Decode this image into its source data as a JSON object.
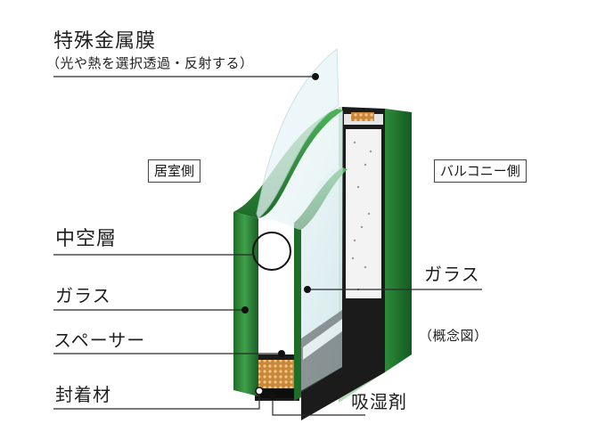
{
  "labels": {
    "special_metal_film": "特殊金属膜",
    "special_metal_film_note": "（光や熱を選択透過・反射する）",
    "indoor_side": "居室側",
    "balcony_side": "バルコニー側",
    "hollow_layer": "中空層",
    "glass_left": "ガラス",
    "glass_right": "ガラス",
    "spacer": "スペーサー",
    "sealant": "封着材",
    "desiccant": "吸湿剤",
    "conceptual_diagram": "（概念図）"
  },
  "colors": {
    "glass_edge_green": "#2f8a3a",
    "glass_edge_dark": "#145a22",
    "glass_face": "#d9eef0",
    "spacer_frame": "#1c1c1c",
    "desiccant": "#c9873a",
    "leader_line": "#2a2a2a"
  }
}
